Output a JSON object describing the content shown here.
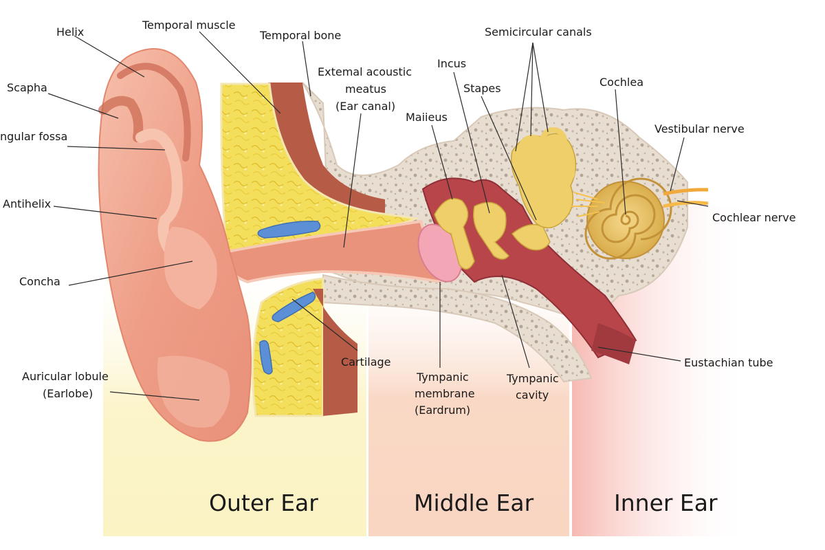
{
  "sections": {
    "outer": "Outer Ear",
    "middle": "Middle Ear",
    "inner": "Inner Ear"
  },
  "labels": {
    "helix": "Helix",
    "temporal_muscle": "Temporal muscle",
    "temporal_bone": "Temporal bone",
    "scapha": "Scapha",
    "triangular_fossa": "ngular fossa",
    "antihelix": "Antihelix",
    "concha": "Concha",
    "auricular_lobule_1": "Auricular lobule",
    "auricular_lobule_2": "(Earlobe)",
    "meatus_1": "Extemal acoustic",
    "meatus_2": "meatus",
    "meatus_3": "(Ear canal)",
    "malleus": "Maiieus",
    "incus": "Incus",
    "stapes": "Stapes",
    "semicircular": "Semicircular canals",
    "cochlea": "Cochlea",
    "vestibular": "Vestibular nerve",
    "cochlear_nerve": "Cochlear nerve",
    "cartilage": "Cartilage",
    "tympanic_membrane_1": "Tympanic",
    "tympanic_membrane_2": "membrane",
    "tympanic_membrane_3": "(Eardrum)",
    "tympanic_cavity_1": "Tympanic",
    "tympanic_cavity_2": "cavity",
    "eustachian": "Eustachian tube"
  },
  "colors": {
    "outer_band": "#fbf3c4",
    "middle_band": "#f9d6c2",
    "inner_band": "#f8c8c4",
    "skin": "#efa68e",
    "bone": "#e6dcd0",
    "fat": "#f3dc55",
    "ossicle": "#efcf6a",
    "cavity": "#b8454a",
    "cartilage_blue": "#5b8fd6"
  }
}
